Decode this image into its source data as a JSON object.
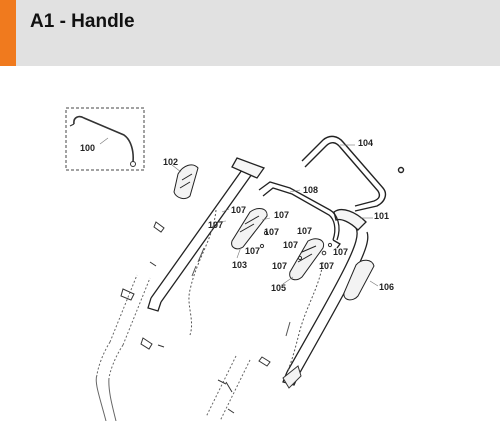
{
  "page": {
    "title": "A1 - Handle",
    "accent_color": "#f07a1e",
    "header_color": "#e1e1e1"
  },
  "diagram": {
    "callouts": {
      "c100": "100",
      "c102": "102",
      "c103": "103",
      "c104": "104",
      "c105": "105",
      "c106": "106",
      "c108": "108",
      "c101": "101",
      "c107a": "107",
      "c107b": "107",
      "c107c": "107",
      "c107d": "107",
      "c107e": "107",
      "c107f": "107",
      "c107g": "107",
      "c107h": "107",
      "c107i": "107",
      "c107j": "107"
    }
  }
}
